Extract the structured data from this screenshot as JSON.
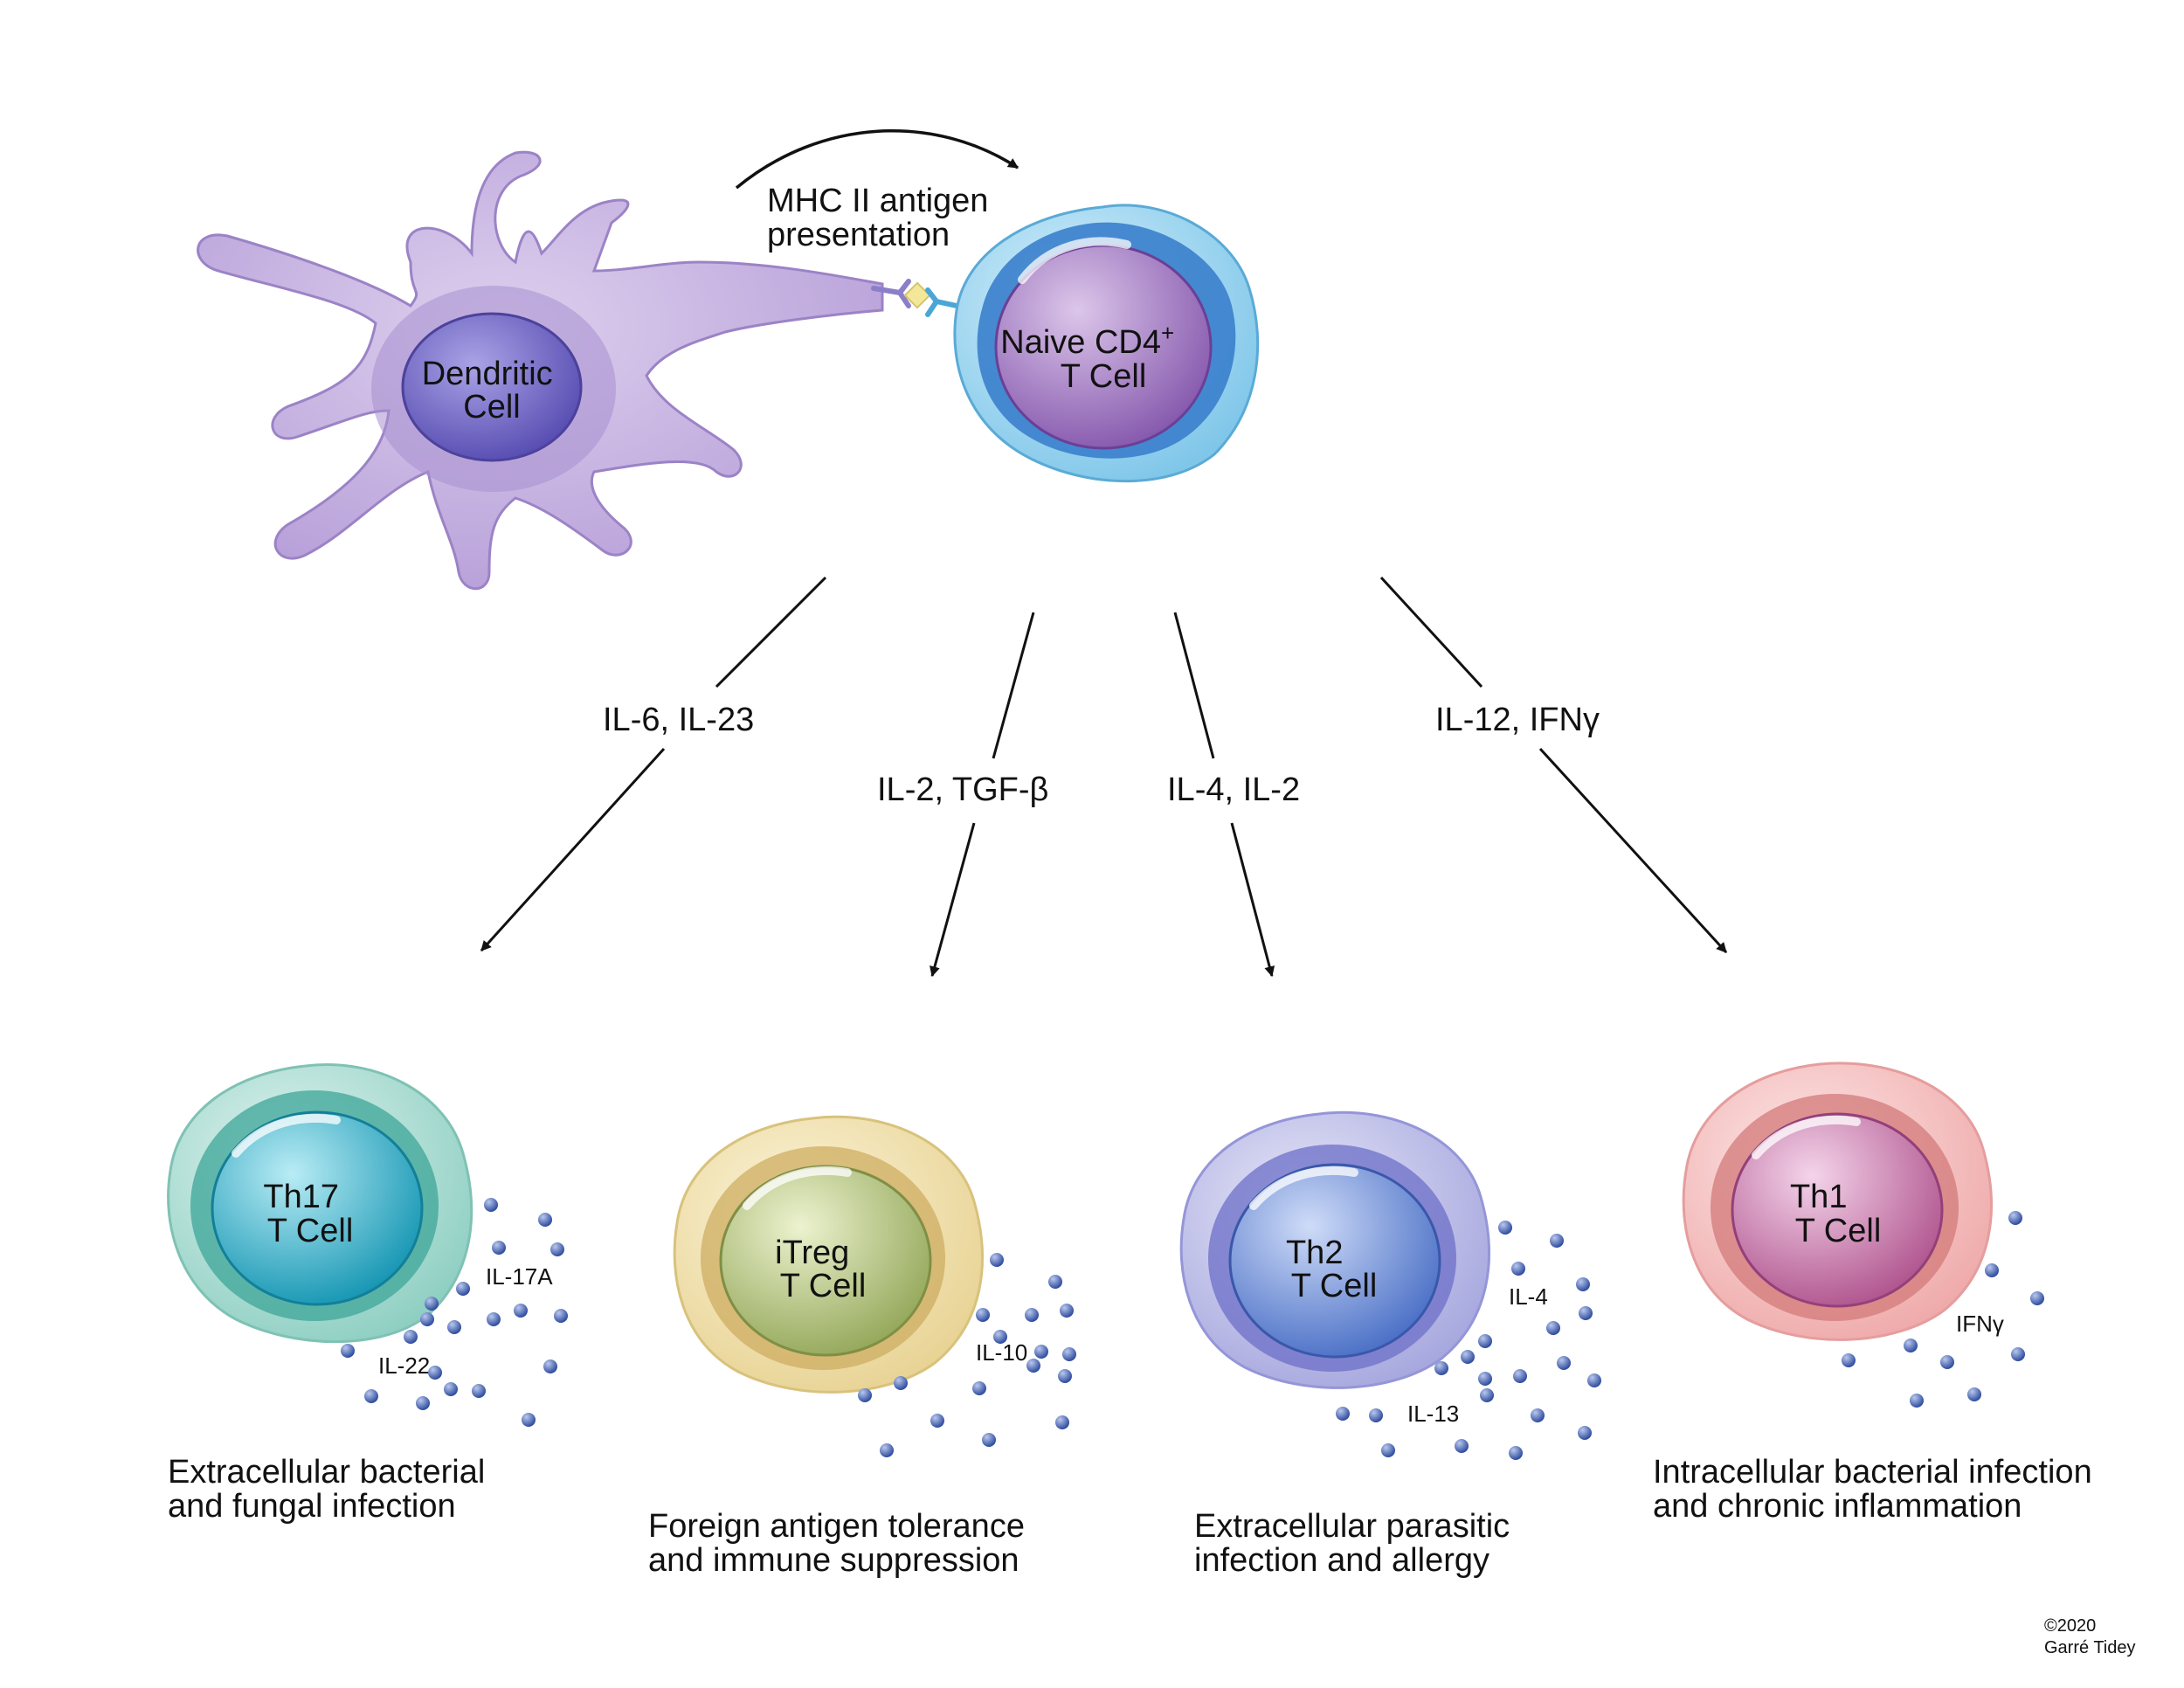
{
  "presentation_label": [
    "MHC II antigen",
    "presentation"
  ],
  "dendritic_cell_label": [
    "Dendritic",
    "Cell"
  ],
  "naive_cell_label": [
    "Naive CD4",
    "+",
    "T Cell"
  ],
  "pathways": [
    {
      "id": "th17",
      "cytokines_in": "IL-6, IL-23",
      "cell_label": [
        "Th17",
        "T Cell"
      ],
      "secreted": [
        "IL-17A",
        "IL-22"
      ],
      "description": [
        "Extracellular bacterial",
        "and fungal infection"
      ],
      "colors": {
        "outer": "#a6dcd2",
        "mid": "#4fb3a6",
        "nucleus": "#26b8cf"
      }
    },
    {
      "id": "itreg",
      "cytokines_in": "IL-2, TGF-β",
      "cell_label": [
        "iTreg",
        "T Cell"
      ],
      "secreted": [
        "IL-10"
      ],
      "description": [
        "Foreign antigen tolerance",
        "and immune suppression"
      ],
      "colors": {
        "outer": "#f0e1aa",
        "mid": "#d8bd72",
        "nucleus": "#b7c97a"
      }
    },
    {
      "id": "th2",
      "cytokines_in": "IL-4, IL-2",
      "cell_label": [
        "Th2",
        "T Cell"
      ],
      "secreted": [
        "IL-4",
        "IL-13"
      ],
      "description": [
        "Extracellular parasitic",
        "infection and allergy"
      ],
      "colors": {
        "outer": "#bfc0ea",
        "mid": "#7f82d0",
        "nucleus": "#7b9de0"
      }
    },
    {
      "id": "th1",
      "cytokines_in": "IL-12, IFNγ",
      "cell_label": [
        "Th1",
        "T Cell"
      ],
      "secreted": [
        "IFNγ"
      ],
      "description": [
        "Intracellular bacterial infection",
        "and chronic inflammation"
      ],
      "colors": {
        "outer": "#f6c3c3",
        "mid": "#e08c8c",
        "nucleus": "#d07fb0"
      }
    }
  ],
  "copyright": [
    "©2020",
    "Garré Tidey"
  ],
  "colors": {
    "dendritic": "#c9b6e0",
    "dendritic_nucleus": "#7b70c6",
    "naive_outer": "#9fd7ef",
    "naive_mid": "#3f86cf",
    "naive_nucleus": "#a77cc7",
    "dot": "#4a66b8"
  }
}
